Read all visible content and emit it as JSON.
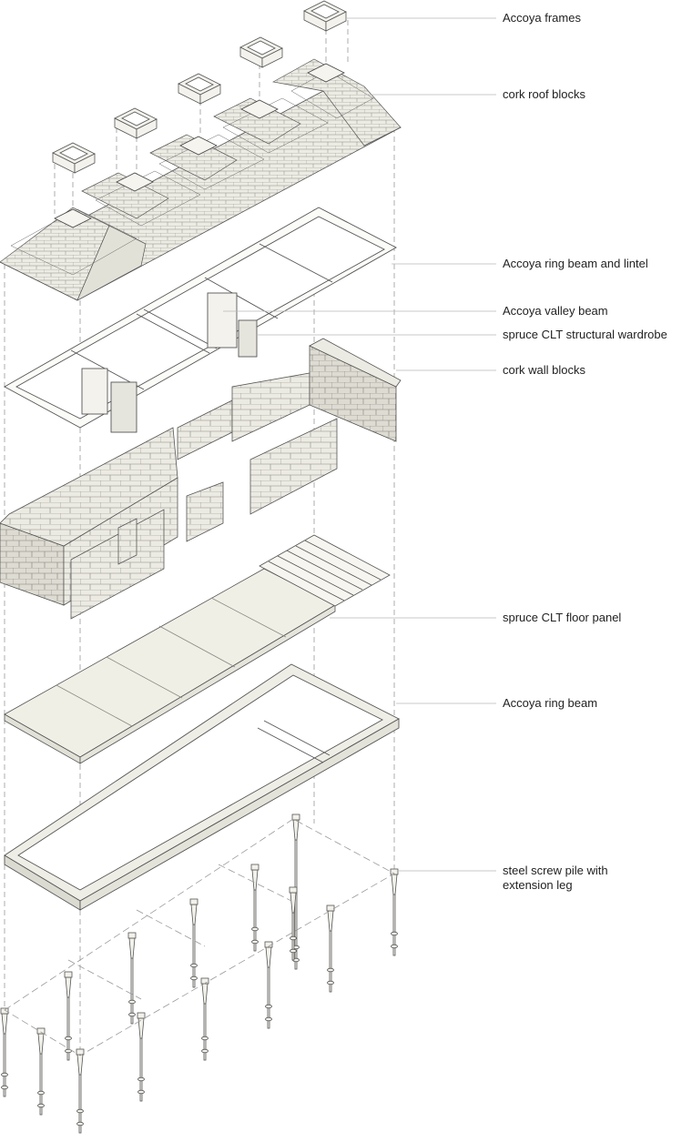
{
  "diagram": {
    "labels": [
      {
        "id": "accoya-frames",
        "text": "Accoya frames"
      },
      {
        "id": "cork-roof-blocks",
        "text": "cork roof blocks"
      },
      {
        "id": "accoya-ring-beam-lintel",
        "text": "Accoya ring beam and lintel"
      },
      {
        "id": "accoya-valley-beam",
        "text": "Accoya valley beam"
      },
      {
        "id": "spruce-clt-wardrobe",
        "text": "spruce CLT structural wardrobe"
      },
      {
        "id": "cork-wall-blocks",
        "text": "cork wall blocks"
      },
      {
        "id": "spruce-clt-floor-panel",
        "text": "spruce CLT floor panel"
      },
      {
        "id": "accoya-ring-beam",
        "text": "Accoya ring beam"
      },
      {
        "id": "steel-screw-pile",
        "text": "steel screw pile with",
        "text2": "extension leg"
      }
    ],
    "colors": {
      "line": "#555555",
      "cork": "#ecebe3",
      "cork_dark": "#d6d5cc",
      "timber": "#f2f1ea",
      "floor": "#f0efe6",
      "leader": "#b8b8b8",
      "dash": "#9a9a9a"
    }
  }
}
